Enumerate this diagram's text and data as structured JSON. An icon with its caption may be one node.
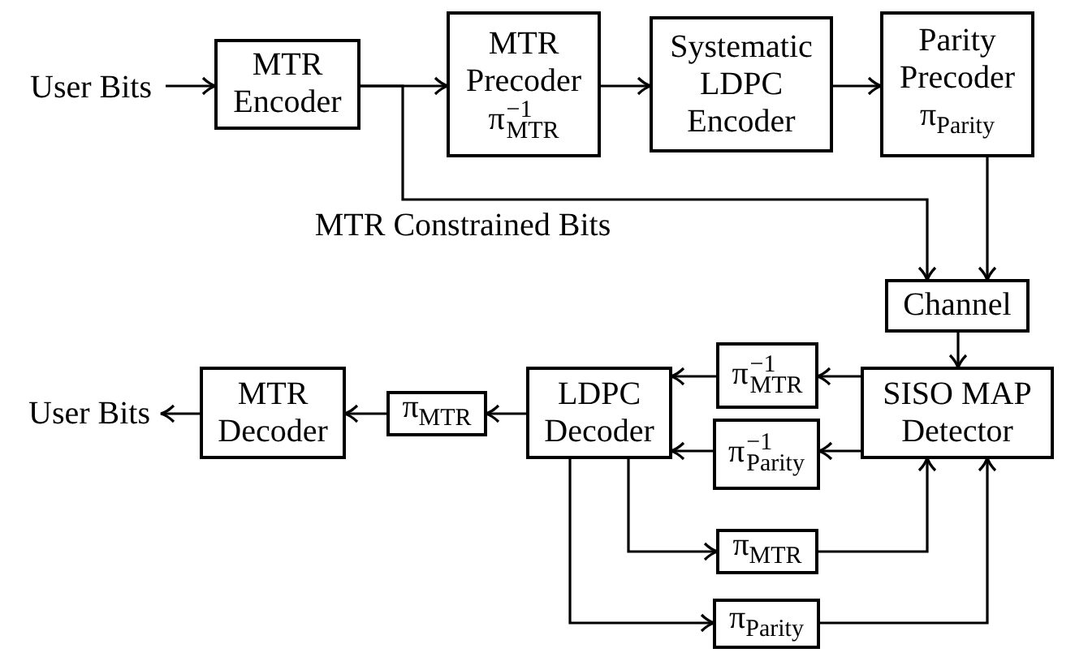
{
  "diagram": {
    "nodes": [
      {
        "text": [
          "User Bits"
        ]
      },
      {
        "text": [
          "MTR Encoder"
        ]
      },
      {
        "text": [
          "MTR Precoder",
          "π$^{−1}$$_{MTR}$"
        ]
      },
      {
        "text": [
          "Systematic LDPC Encoder"
        ]
      },
      {
        "text": [
          "Parity Precoder",
          "π$_{Parity}$"
        ]
      },
      {
        "text": [
          "Channel"
        ]
      },
      {
        "text": [
          "SISO MAP Detector"
        ]
      },
      {
        "text": [
          "π$^{−1}$$_{MTR}$"
        ]
      },
      {
        "text": [
          "LDPC Decoder"
        ]
      },
      {
        "text": [
          "π$^{−1}$$_{Parity}$"
        ]
      },
      {
        "text": [
          "π$_{MTR}$"
        ]
      },
      {
        "text": [
          "MTR Decoder"
        ]
      },
      {
        "text": [
          "User Bits"
        ]
      },
      {
        "text": [
          "π$_{MTR}$"
        ]
      },
      {
        "text": [
          "π$_{Parity}$"
        ]
      }
    ],
    "edges": [
      {
        "from": 0,
        "to": 1,
        "arrow": "to"
      },
      {
        "from": 1,
        "to": 2,
        "arrow": "to"
      },
      {
        "from": 1,
        "to": 5,
        "arrow": "to"
      },
      {
        "from": 2,
        "to": 3,
        "arrow": "to"
      },
      {
        "from": 3,
        "to": 4,
        "arrow": "to"
      },
      {
        "from": 4,
        "to": 5,
        "arrow": "to"
      },
      {
        "from": 5,
        "to": 6,
        "arrow": "to"
      },
      {
        "from": 6,
        "to": 7,
        "arrow": "to"
      },
      {
        "from": 7,
        "to": 8,
        "arrow": "to"
      },
      {
        "from": 6,
        "to": 9,
        "arrow": "to"
      },
      {
        "from": 9,
        "to": 8,
        "arrow": "to"
      },
      {
        "from": 8,
        "to": 10,
        "arrow": "to"
      },
      {
        "from": 10,
        "to": 11,
        "arrow": "to"
      },
      {
        "from": 11,
        "to": 12,
        "arrow": "to"
      },
      {
        "from": 8,
        "to": 13,
        "arrow": "to"
      },
      {
        "from": 13,
        "to": 6,
        "arrow": "to"
      },
      {
        "from": 8,
        "to": 14,
        "arrow": "to"
      },
      {
        "from": 14,
        "to": 6,
        "arrow": "to"
      }
    ],
    "labels": [
      "MTR Constrained Bits"
    ]
  }
}
